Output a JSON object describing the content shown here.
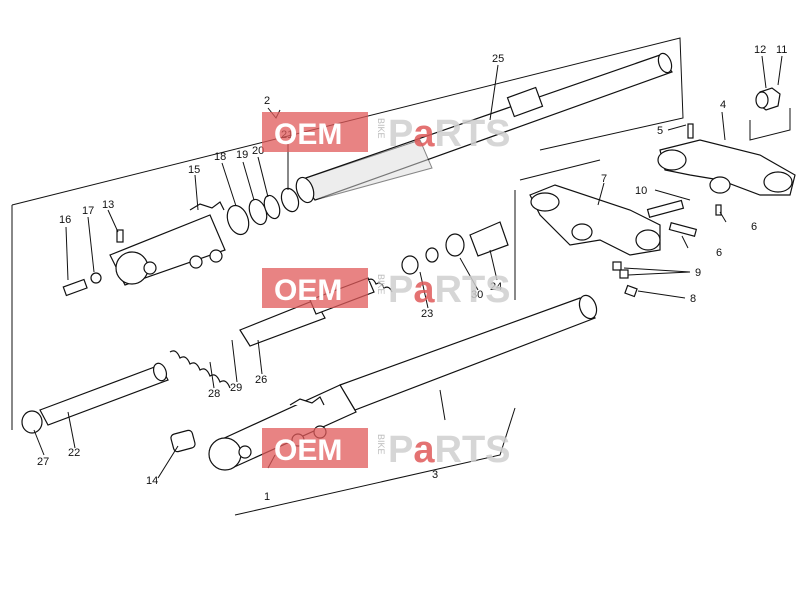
{
  "diagram": {
    "callouts": [
      "1",
      "2",
      "3",
      "4",
      "5",
      "6",
      "6",
      "7",
      "8",
      "9",
      "10",
      "11",
      "12",
      "13",
      "14",
      "15",
      "16",
      "17",
      "18",
      "19",
      "20",
      "21",
      "22",
      "23",
      "24",
      "25",
      "26",
      "27",
      "28",
      "29",
      "30"
    ]
  },
  "watermark": {
    "brand": "OEM",
    "sub": "BIKE",
    "parts_prefix": "P",
    "parts_highlight": "a",
    "parts_suffix": "RTS"
  }
}
